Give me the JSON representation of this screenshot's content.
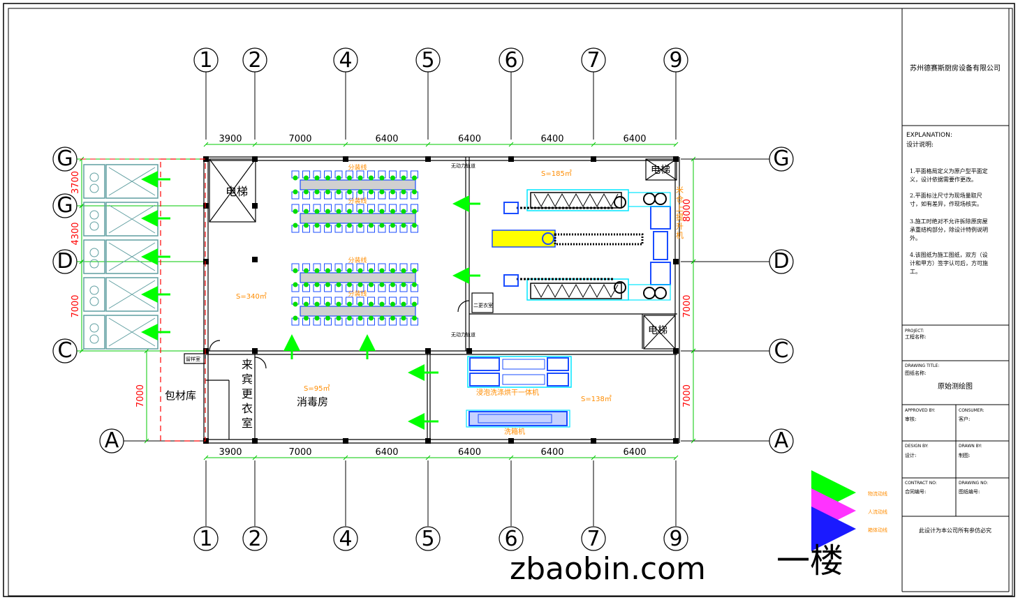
{
  "colors": {
    "line": "#000000",
    "green": "#00c800",
    "arrow_green": "#00ff00",
    "arrow_magenta": "#ff33ff",
    "arrow_blue": "#1a1aff",
    "dim_red": "#ff0000",
    "orange": "#ff8c00",
    "cyan": "#00e5ff",
    "blue": "#1a4cff",
    "yellow": "#ffff00"
  },
  "grid": {
    "columns": [
      "1",
      "2",
      "4",
      "5",
      "6",
      "7",
      "9"
    ],
    "rows_right": [
      "G",
      "D",
      "C",
      "A"
    ],
    "rows_left": [
      "G",
      "G",
      "D",
      "C",
      "A"
    ]
  },
  "dimensions": {
    "top": [
      "3900",
      "7000",
      "6400",
      "6400",
      "6400",
      "6400"
    ],
    "bottom": [
      "3900",
      "7000",
      "6400",
      "6400",
      "6400",
      "6400"
    ],
    "left": [
      "3700",
      "4300",
      "7000",
      "7000"
    ],
    "right": [
      "8000",
      "7000",
      "7000"
    ]
  },
  "rooms": {
    "elevator": "电梯",
    "elevator2": "电梯",
    "elevator3": "电梯",
    "packing_area": "S=340㎡",
    "packing_line": "分装线",
    "packing_room_area": "S=185㎡",
    "lift_label": "米仓上提升机",
    "dust_passage_1": "无动力轨道",
    "dust_passage_2": "无动力轨道",
    "change_room_small": "二更衣室",
    "sample_room": "留样室",
    "guest_changing": "来宾更衣室",
    "disinfection_area": "S=95㎡",
    "disinfection": "消毒房",
    "washing_area": "S=138㎡",
    "soak_machine": "浸泡洗涤烘干一体机",
    "box_washer": "洗箱机",
    "packaging_store": "包材库"
  },
  "legend": [
    {
      "label": "物流动线",
      "color": "#00ff00"
    },
    {
      "label": "人流动线",
      "color": "#ff33ff"
    },
    {
      "label": "箱体动线",
      "color": "#1a1aff"
    }
  ],
  "watermark": "zbaobin.com",
  "floor_label": "一楼",
  "title_block": {
    "company": "苏州德赛斯厨房设备有限公司",
    "explanation_en": "EXPLANATION:",
    "explanation_cn": "设计说明:",
    "notes": [
      [
        "1.平面格局定义为原户型平面定",
        "义，设计依据需要作更改。"
      ],
      [
        "2.平面标注尺寸为现场量取尺",
        "寸，如有差异，作现场核实。"
      ],
      [
        "3.施工时绝对不允许拆除原房屋",
        "承重结构部分，除设计特例说明",
        "外。"
      ],
      [
        "4.该图纸为施工图纸，双方（设",
        "计和甲方）签字认可后，方可施",
        "工。"
      ]
    ],
    "project_en": "PROJECT:",
    "project_cn": "工程名称:",
    "drawing_title_en": "DRAWING TITLE:",
    "drawing_title_cn": "图纸名称:",
    "drawing_title_value": "原始测绘图",
    "approved_en": "APPROVED BY:",
    "approved_cn": "审核:",
    "consumer_en": "CONSUMER:",
    "consumer_cn": "客户:",
    "design_en": "DESIGN BY:",
    "design_cn": "设计:",
    "drawn_en": "DRAWN BY:",
    "drawn_cn": "制图:",
    "contract_en": "CONTRACT NO:",
    "contract_cn": "合同编号:",
    "drawing_no_en": "DRAWING NO:",
    "drawing_no_cn": "图纸编号:",
    "copyright": "此设计为本公司所有参仿必究"
  }
}
